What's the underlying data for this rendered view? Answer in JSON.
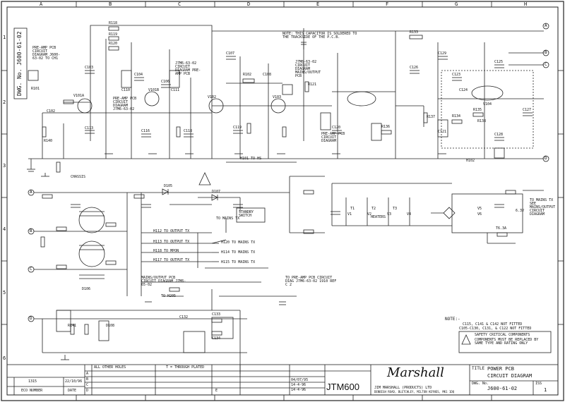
{
  "border": {
    "columns": [
      "A",
      "B",
      "C",
      "D",
      "E",
      "F",
      "G",
      "H"
    ],
    "rows": [
      "1",
      "2",
      "3",
      "4",
      "5",
      "6"
    ]
  },
  "drawing_number_side": "DWG. No. J600-61-02",
  "connectors_right": [
    "A",
    "B",
    "C",
    "D"
  ],
  "connectors_left": [
    "A",
    "B",
    "C",
    "D"
  ],
  "notes": {
    "capacitor_note": "NOTE: THIS CAPACITOR IS SOLDERED TO THE TRACKSIDE OF THE P.C.B.",
    "bottom_note_title": "NOTE:-",
    "bottom_note_1": "C115, C141 & C142 NOT FITTED",
    "bottom_note_2": "C105-C130, C131, & C122 NOT FITTED",
    "safety_title": "SAFETY CRITICAL COMPONENTS",
    "safety_body": "COMPONENTS MUST BE REPLACED BY SAME TYPE AND RATING ONLY"
  },
  "references": [
    "PRE-AMP PCB CIRCUIT DIAGRAM J600-63-02 TO CH1",
    "PRE-AMP PCB CIRCUIT DIAGRAM J7M6-63-02",
    "J7M6-63-02 CIRCUIT DIAGRAM PRE-AMP PCB",
    "J7M6-63-02 CIRCUIT DIAGRAM MAINS/OUTPUT PCB",
    "PRE-AMP PCB CIRCUIT DIAGRAM",
    "MAINS/OUTPUT PCB CIRCUIT DIAGRAM J7M6-65-02",
    "TO PRE-AMP PCB CIRCUIT DIAG J7M6-63-02 1910 REF C 2",
    "TO MAINS TX SEE MAINS/OUTPUT CIRCUIT DIAGRAM"
  ],
  "labels": {
    "chassis": "CHASSIS",
    "standby": "STANDBY SWITCH",
    "heaters": "HEATERS",
    "to_mains_tx": "TO MAINS TX",
    "h112": "H112 TO OUTPUT TX",
    "h113": "H113 TO OUTPUT TX",
    "h118": "H118 TO MPON",
    "h117": "H117 TO OUTPUT TX",
    "h120": "H120 TO MAINS TX",
    "h114": "H114 TO MAINS TX",
    "h115": "H115 TO MAINS TX",
    "h101": "H101  TO HS",
    "h102": "H102",
    "to_h205": "TO H205",
    "t_through": "T = THROUGH PLATED",
    "all_other_holes": "ALL OTHER HOLES"
  },
  "components": [
    "V101A",
    "V101B",
    "V102",
    "V103",
    "V104",
    "R101",
    "R102",
    "R118",
    "R119",
    "R120",
    "R121",
    "R133",
    "R134",
    "R135",
    "R136",
    "R137",
    "R138",
    "R140",
    "R141",
    "C102",
    "C103",
    "C104",
    "C106",
    "C107",
    "C108",
    "C110",
    "C111",
    "C113",
    "C116",
    "C118",
    "C119",
    "C120",
    "C121",
    "C123",
    "C124",
    "C125",
    "C126",
    "C127",
    "C128",
    "C129",
    "C132",
    "C133",
    "C134",
    "D105",
    "D106",
    "D107",
    "D108",
    "T1",
    "T2",
    "T3",
    "V1",
    "V2",
    "V3",
    "V4",
    "V5",
    "V6",
    "6.3V",
    "T6.3A"
  ],
  "title_block": {
    "brand": "Marshall",
    "title_label": "TITLE",
    "title_line1": "POWER PCB",
    "title_line2": "CIRCUIT DIAGRAM",
    "model": "JTM600",
    "dwg_no_label": "DWG. No.",
    "dwg_no": "J600-61-02",
    "sheet_label": "ISS",
    "sheet_value": "1",
    "issue": "1315",
    "date": "22/10/96",
    "eco_label": "ECO NUMBER",
    "date_label": "DATE",
    "drawn_date": "04/07/95",
    "check_date": "14-4-96",
    "appr_date": "14-4-96",
    "company_small": "JIM MARSHALL (PRODUCTS) LTD",
    "address_small": "DENBIGH ROAD, BLETCHLEY, MILTON KEYNES, MK1 1DQ",
    "rev_rows": [
      "A",
      "B",
      "C",
      "D",
      "E"
    ]
  }
}
